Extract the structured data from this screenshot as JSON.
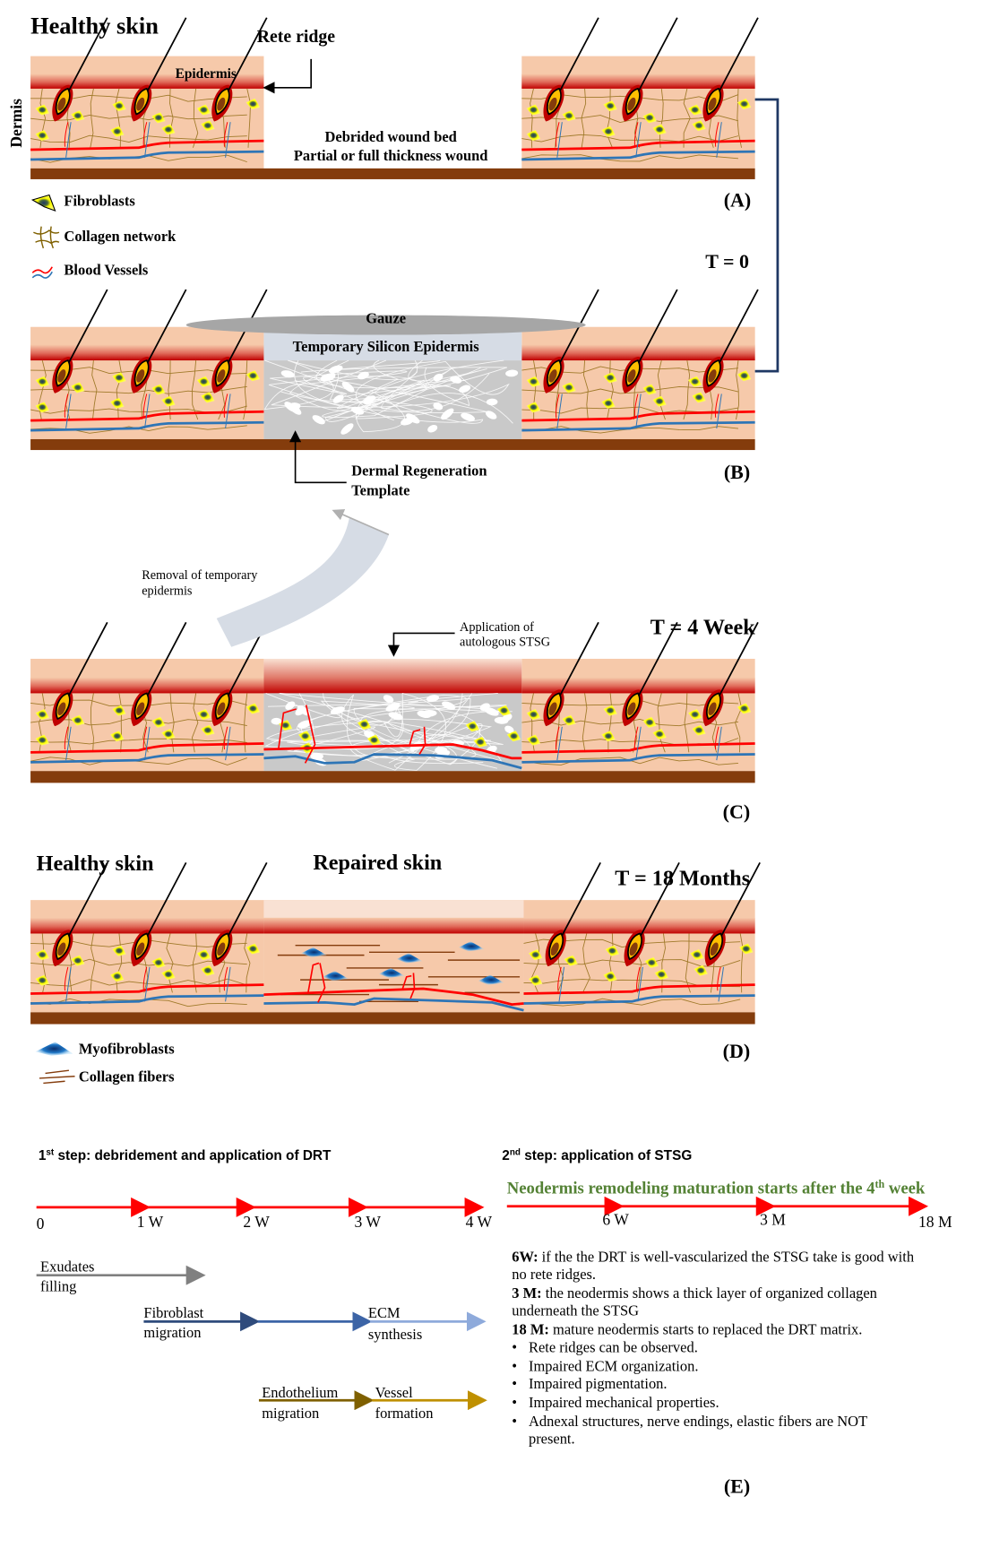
{
  "panel_a": {
    "title": "Healthy skin",
    "rete_ridge": "Rete ridge",
    "epidermis": "Epidermis",
    "dermis": "Dermis",
    "wound_line1": "Debrided wound bed",
    "wound_line2": "Partial or full thickness wound",
    "label": "(A)",
    "time": "T = 0",
    "legend": [
      {
        "icon": "fibroblast-icon",
        "label": "Fibroblasts"
      },
      {
        "icon": "collagen-network-icon",
        "label": "Collagen network"
      },
      {
        "icon": "blood-vessels-icon",
        "label": "Blood Vessels"
      }
    ]
  },
  "panel_b": {
    "gauze": "Gauze",
    "silicon": "Temporary Silicon Epidermis",
    "drt_line1": "Dermal Regeneration",
    "drt_line2": "Template",
    "label": "(B)"
  },
  "transition": {
    "removal_line1": "Removal of temporary",
    "removal_line2": "epidermis"
  },
  "panel_c": {
    "time": "T = 4 Week",
    "stsg_line1": "Application of",
    "stsg_line2": "autologous STSG",
    "label": "(C)"
  },
  "panel_d": {
    "healthy": "Healthy skin",
    "repaired": "Repaired skin",
    "time": "T = 18 Months",
    "label": "(D)",
    "legend": [
      {
        "icon": "myofibroblast-icon",
        "label": "Myofibroblasts"
      },
      {
        "icon": "collagen-fibers-icon",
        "label": "Collagen fibers"
      }
    ]
  },
  "panel_e": {
    "step1": {
      "num": "1",
      "sup": "st",
      "text": " step: debridement and application of DRT"
    },
    "step2": {
      "num": "2",
      "sup": "nd",
      "text": " step: application of STSG"
    },
    "green_heading": {
      "text": "Neodermis remodeling maturation starts after the 4",
      "sup": "th",
      "tail": " week"
    },
    "timeline1_ticks": [
      "0",
      "1 W",
      "2 W",
      "3 W",
      "4 W"
    ],
    "timeline2_ticks": [
      "6 W",
      "3 M",
      "18 M"
    ],
    "processes": {
      "exudates": [
        "Exudates",
        "filling"
      ],
      "fibroblast": [
        "Fibroblast",
        "migration"
      ],
      "ecm": [
        "ECM",
        "synthesis"
      ],
      "endothelium": [
        "Endothelium",
        "migration"
      ],
      "vessel": [
        "Vessel",
        "formation"
      ]
    },
    "notes": {
      "w6_key": "6W:",
      "w6_text": " if the the DRT is well-vascularized the STSG take is good with",
      "w6_text2": "no rete ridges.",
      "m3_key": "3 M:",
      "m3_text": " the neodermis shows a thick layer of organized collagen",
      "m3_text2": "underneath the STSG",
      "m18_key": "18 M:",
      "m18_text": " mature neodermis starts to  replaced the DRT matrix.",
      "bullets": [
        "Rete ridges can be observed.",
        "Impaired ECM organization.",
        "Impaired pigmentation.",
        "Impaired mechanical properties.",
        "Adnexal structures, nerve endings, elastic fibers are NOT",
        "present."
      ]
    },
    "label": "(E)"
  },
  "colors": {
    "skin": "#f6c9aa",
    "epidermis_red": "#c00000",
    "base": "#843c0c",
    "drt_gray": "#c9c9c9",
    "silicon": "#d6dce5",
    "gauze": "#a6a6a6",
    "vessel_red": "#ff0000",
    "vessel_blue": "#2e75b6",
    "bracket": "#1f3864",
    "green": "#548235"
  }
}
